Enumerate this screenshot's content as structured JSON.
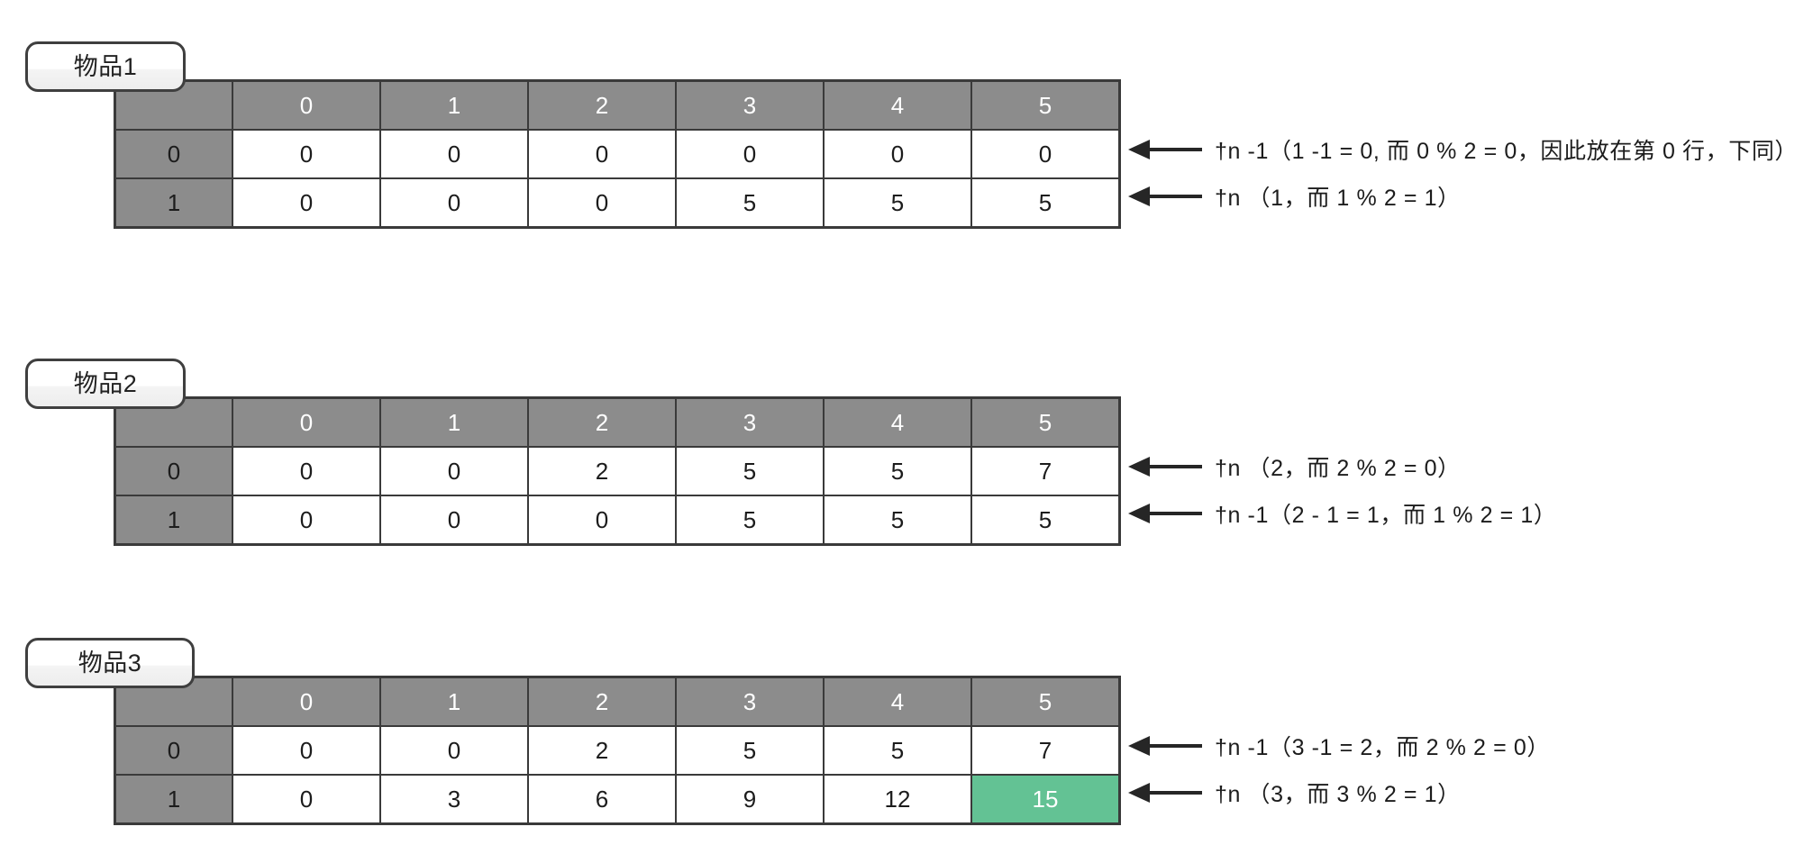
{
  "diagram": {
    "title_present": false,
    "colors": {
      "header_gray": "#8c8c8c",
      "border_dark": "#3a3a3a",
      "highlight_green": "#63c294",
      "text_dark": "#1c1c1c",
      "label_border": "#3f3f3f"
    },
    "column_headers": [
      "0",
      "1",
      "2",
      "3",
      "4",
      "5"
    ],
    "corner_label": "",
    "blocks": [
      {
        "label": "物品1",
        "rows": [
          {
            "header": "0",
            "cells": [
              {
                "value": "0",
                "highlight": false
              },
              {
                "value": "0",
                "highlight": false
              },
              {
                "value": "0",
                "highlight": false
              },
              {
                "value": "0",
                "highlight": false
              },
              {
                "value": "0",
                "highlight": false
              },
              {
                "value": "0",
                "highlight": false
              }
            ],
            "annotation": "†n -1（1 -1 = 0, 而 0 % 2 = 0，因此放在第 0 行，下同）"
          },
          {
            "header": "1",
            "cells": [
              {
                "value": "0",
                "highlight": false
              },
              {
                "value": "0",
                "highlight": false
              },
              {
                "value": "0",
                "highlight": false
              },
              {
                "value": "5",
                "highlight": false
              },
              {
                "value": "5",
                "highlight": false
              },
              {
                "value": "5",
                "highlight": false
              }
            ],
            "annotation": "†n  （1，而 1 % 2 = 1）"
          }
        ]
      },
      {
        "label": "物品2",
        "rows": [
          {
            "header": "0",
            "cells": [
              {
                "value": "0",
                "highlight": false
              },
              {
                "value": "0",
                "highlight": false
              },
              {
                "value": "2",
                "highlight": false
              },
              {
                "value": "5",
                "highlight": false
              },
              {
                "value": "5",
                "highlight": false
              },
              {
                "value": "7",
                "highlight": false
              }
            ],
            "annotation": "†n  （2，而 2 % 2 = 0）"
          },
          {
            "header": "1",
            "cells": [
              {
                "value": "0",
                "highlight": false
              },
              {
                "value": "0",
                "highlight": false
              },
              {
                "value": "0",
                "highlight": false
              },
              {
                "value": "5",
                "highlight": false
              },
              {
                "value": "5",
                "highlight": false
              },
              {
                "value": "5",
                "highlight": false
              }
            ],
            "annotation": "†n -1（2 - 1 = 1，而 1 % 2 = 1）"
          }
        ]
      },
      {
        "label": "物品3",
        "rows": [
          {
            "header": "0",
            "cells": [
              {
                "value": "0",
                "highlight": false
              },
              {
                "value": "0",
                "highlight": false
              },
              {
                "value": "2",
                "highlight": false
              },
              {
                "value": "5",
                "highlight": false
              },
              {
                "value": "5",
                "highlight": false
              },
              {
                "value": "7",
                "highlight": false
              }
            ],
            "annotation": "†n -1（3 -1 = 2，而 2 % 2 = 0）"
          },
          {
            "header": "1",
            "cells": [
              {
                "value": "0",
                "highlight": false
              },
              {
                "value": "3",
                "highlight": false
              },
              {
                "value": "6",
                "highlight": false
              },
              {
                "value": "9",
                "highlight": false
              },
              {
                "value": "12",
                "highlight": false
              },
              {
                "value": "15",
                "highlight": true
              }
            ],
            "annotation": "†n  （3，而 3 % 2 = 1）"
          }
        ]
      }
    ]
  }
}
